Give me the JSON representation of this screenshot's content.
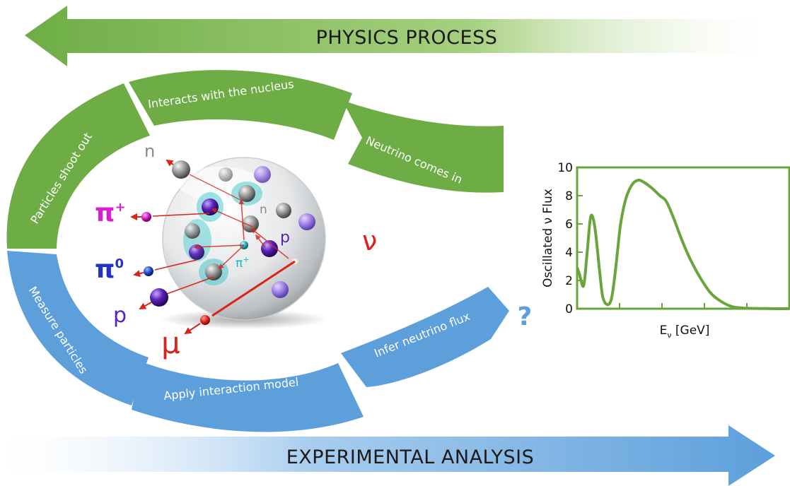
{
  "banners": {
    "top_label": "PHYSICS PROCESS",
    "bottom_label": "EXPERIMENTAL ANALYSIS"
  },
  "physics_steps": [
    {
      "label": "Particles shoot out"
    },
    {
      "label": "Interacts with the nucleus"
    },
    {
      "label": "Neutrino comes in"
    }
  ],
  "analysis_steps": [
    {
      "label": "Measure particles"
    },
    {
      "label": "Apply interaction model"
    },
    {
      "label": "Infer neutrino flux"
    }
  ],
  "question_mark": "?",
  "particles": {
    "neutrino": "ν",
    "muon": "μ",
    "pi_plus": "π",
    "pi_plus_sup": "+",
    "pi_zero": "π",
    "pi_zero_sup": "0",
    "proton": "p",
    "neutron": "n",
    "inner_pi_plus": "π",
    "inner_pi_plus_sup": "+",
    "inner_proton": "p",
    "inner_neutron": "n"
  },
  "colors": {
    "green": "#6ead45",
    "blue": "#5d9fdb",
    "red": "#d9241c",
    "magenta": "#d91ed0",
    "proton_purple": "#5a1fb8",
    "teal": "#22b3b8",
    "curve_green": "#6aa53c"
  },
  "chart_data": {
    "type": "line",
    "title": "",
    "xlabel": "E",
    "xlabel_sub": "ν",
    "xlabel_unit": " [GeV]",
    "ylabel": "Oscillated ν Flux",
    "ylim": [
      0,
      10
    ],
    "yticks": [
      0,
      2,
      4,
      6,
      8,
      10
    ],
    "xlim": [
      0,
      10
    ],
    "x_tick_labels_shown": false,
    "grid": false,
    "series": [
      {
        "x": [
          0.0,
          0.1,
          0.3,
          0.45,
          0.6,
          0.7,
          0.85,
          1.05,
          1.2,
          1.4,
          1.6,
          1.75,
          1.9,
          2.05,
          2.3,
          2.6,
          2.9,
          3.2,
          3.55,
          3.9,
          4.2,
          4.55,
          4.9,
          5.3,
          5.8,
          6.3,
          6.8,
          7.3,
          7.8,
          8.3,
          8.9,
          9.5,
          10.0
        ],
        "y": [
          2.9,
          2.5,
          1.6,
          3.6,
          6.1,
          6.6,
          5.6,
          2.8,
          0.9,
          0.3,
          0.6,
          2.0,
          4.0,
          6.0,
          7.8,
          8.8,
          9.1,
          8.9,
          8.5,
          8.0,
          7.6,
          6.4,
          5.0,
          3.6,
          2.2,
          1.1,
          0.5,
          0.15,
          0.05,
          0.02,
          0.01,
          0.0,
          0.0
        ]
      }
    ]
  }
}
